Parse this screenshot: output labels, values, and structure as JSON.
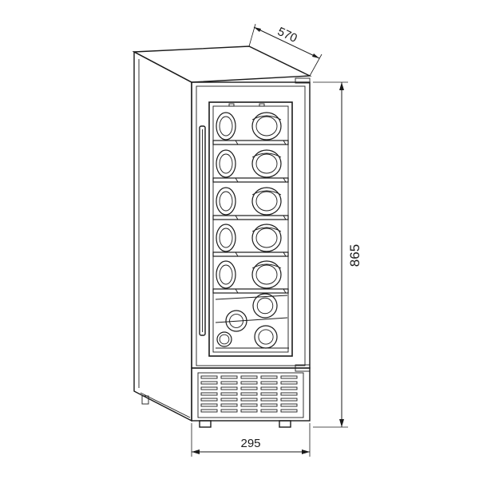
{
  "dimensions": {
    "depth": "570",
    "height": "865",
    "width": "295"
  },
  "colors": {
    "line": "#1a1a1a",
    "background": "#ffffff"
  }
}
